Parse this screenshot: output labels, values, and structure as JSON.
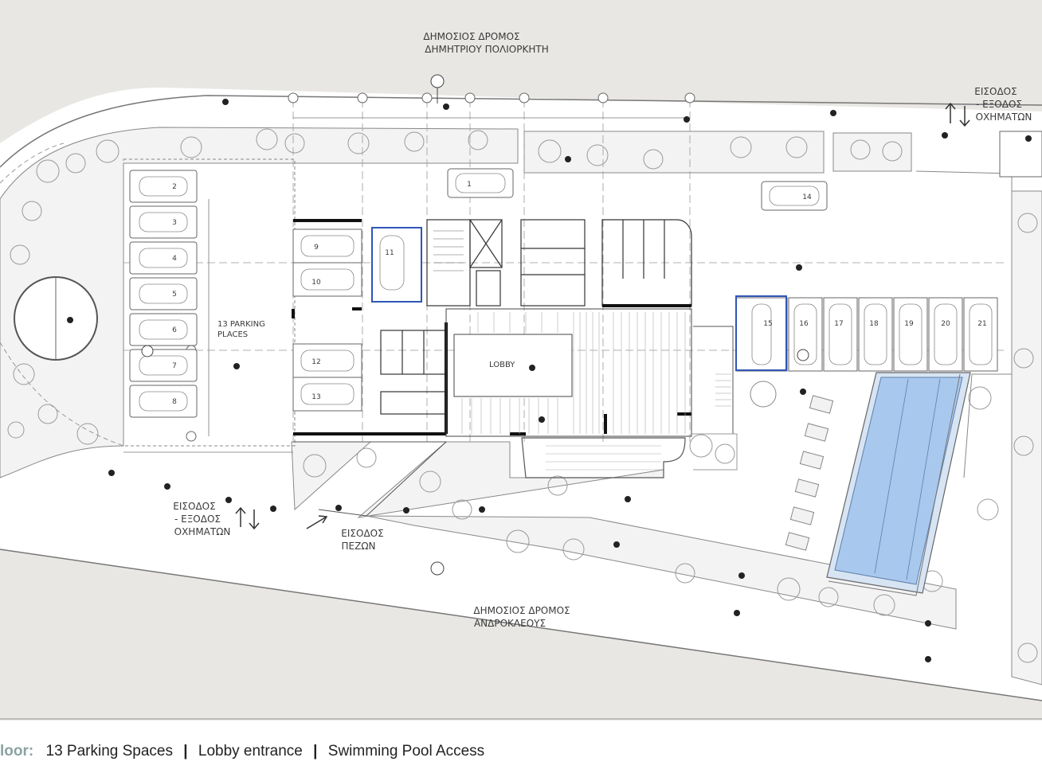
{
  "plan": {
    "top_road": {
      "line1": "ΔΗΜΟΣΙΟΣ ΔΡΟΜΟΣ",
      "line2": "ΔΗΜΗΤΡΙΟΥ ΠΟΛΙΟΡΚΗΤΗ"
    },
    "bottom_road": {
      "line1": "ΔΗΜΟΣΙΟΣ ΔΡΟΜΟΣ",
      "line2": "ΑΝΔΡΟΚΛΕΟΥΣ"
    },
    "vehicle_entrance_right": {
      "line1": "ΕΙΣΟΔΟΣ",
      "line2": "- ΕΞΟΔΟΣ",
      "line3": "ΟΧΗΜΑΤΩΝ"
    },
    "vehicle_entrance_left": {
      "line1": "ΕΙΣΟΔΟΣ",
      "line2": "- ΕΞΟΔΟΣ",
      "line3": "ΟΧΗΜΑΤΩΝ"
    },
    "pedestrian_entrance": {
      "line1": "ΕΙΣΟΔΟΣ",
      "line2": "ΠΕΖΩΝ"
    },
    "parking_label": {
      "line1": "13 PARKING",
      "line2": "PLACES"
    },
    "lobby_label": "LOBBY",
    "parking_numbers_left": [
      "2",
      "3",
      "4",
      "5",
      "6",
      "7",
      "8"
    ],
    "parking_numbers_center": [
      "9",
      "10",
      "11",
      "12",
      "13"
    ],
    "parking_number_top": "1",
    "parking_number_top_right": "14",
    "parking_numbers_right": [
      "15",
      "16",
      "17",
      "18",
      "19",
      "20",
      "21"
    ]
  },
  "caption": {
    "floor_label": "loor:",
    "item1": "13 Parking Spaces",
    "item2": "Lobby entrance",
    "item3": "Swimming Pool Access",
    "separator": "|"
  },
  "colors": {
    "road": "#e9e7e4",
    "line": "#555555",
    "pool": "#a9c8ee",
    "highlight": "#2f55b8",
    "caption_label": "#8aa3a0"
  }
}
